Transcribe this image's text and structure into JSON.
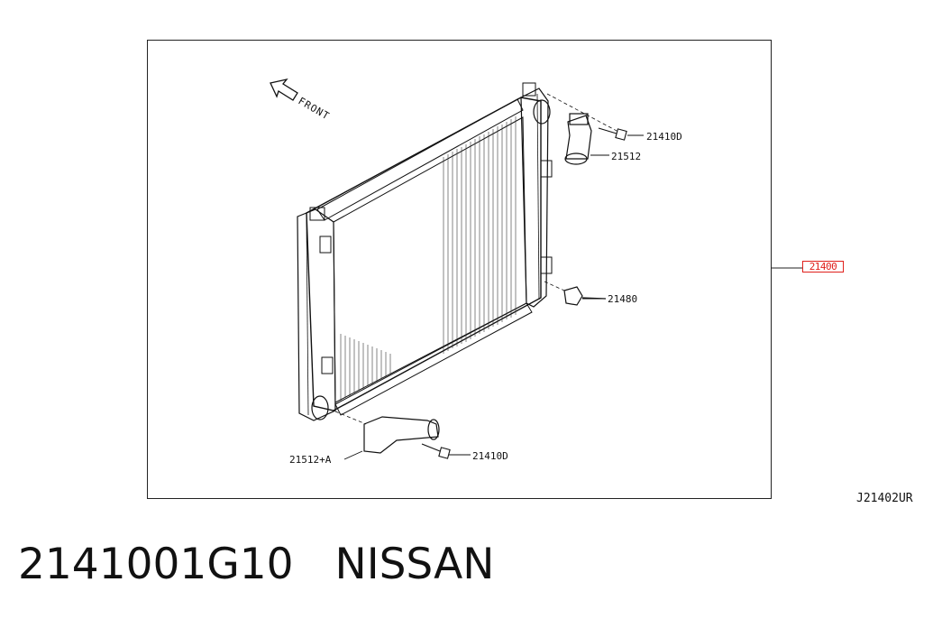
{
  "diagram": {
    "front_label": "FRONT",
    "ref_part": "21400",
    "diagram_code": "J21402UR",
    "callouts": [
      {
        "id": "c1",
        "text": "21410D"
      },
      {
        "id": "c2",
        "text": "21512"
      },
      {
        "id": "c3",
        "text": "21480"
      },
      {
        "id": "c4",
        "text": "21512+A"
      },
      {
        "id": "c5",
        "text": "21410D"
      }
    ],
    "colors": {
      "line": "#111111",
      "highlight": "#e0201c"
    }
  },
  "caption": {
    "part_number": "2141001G10",
    "brand": "NISSAN"
  }
}
